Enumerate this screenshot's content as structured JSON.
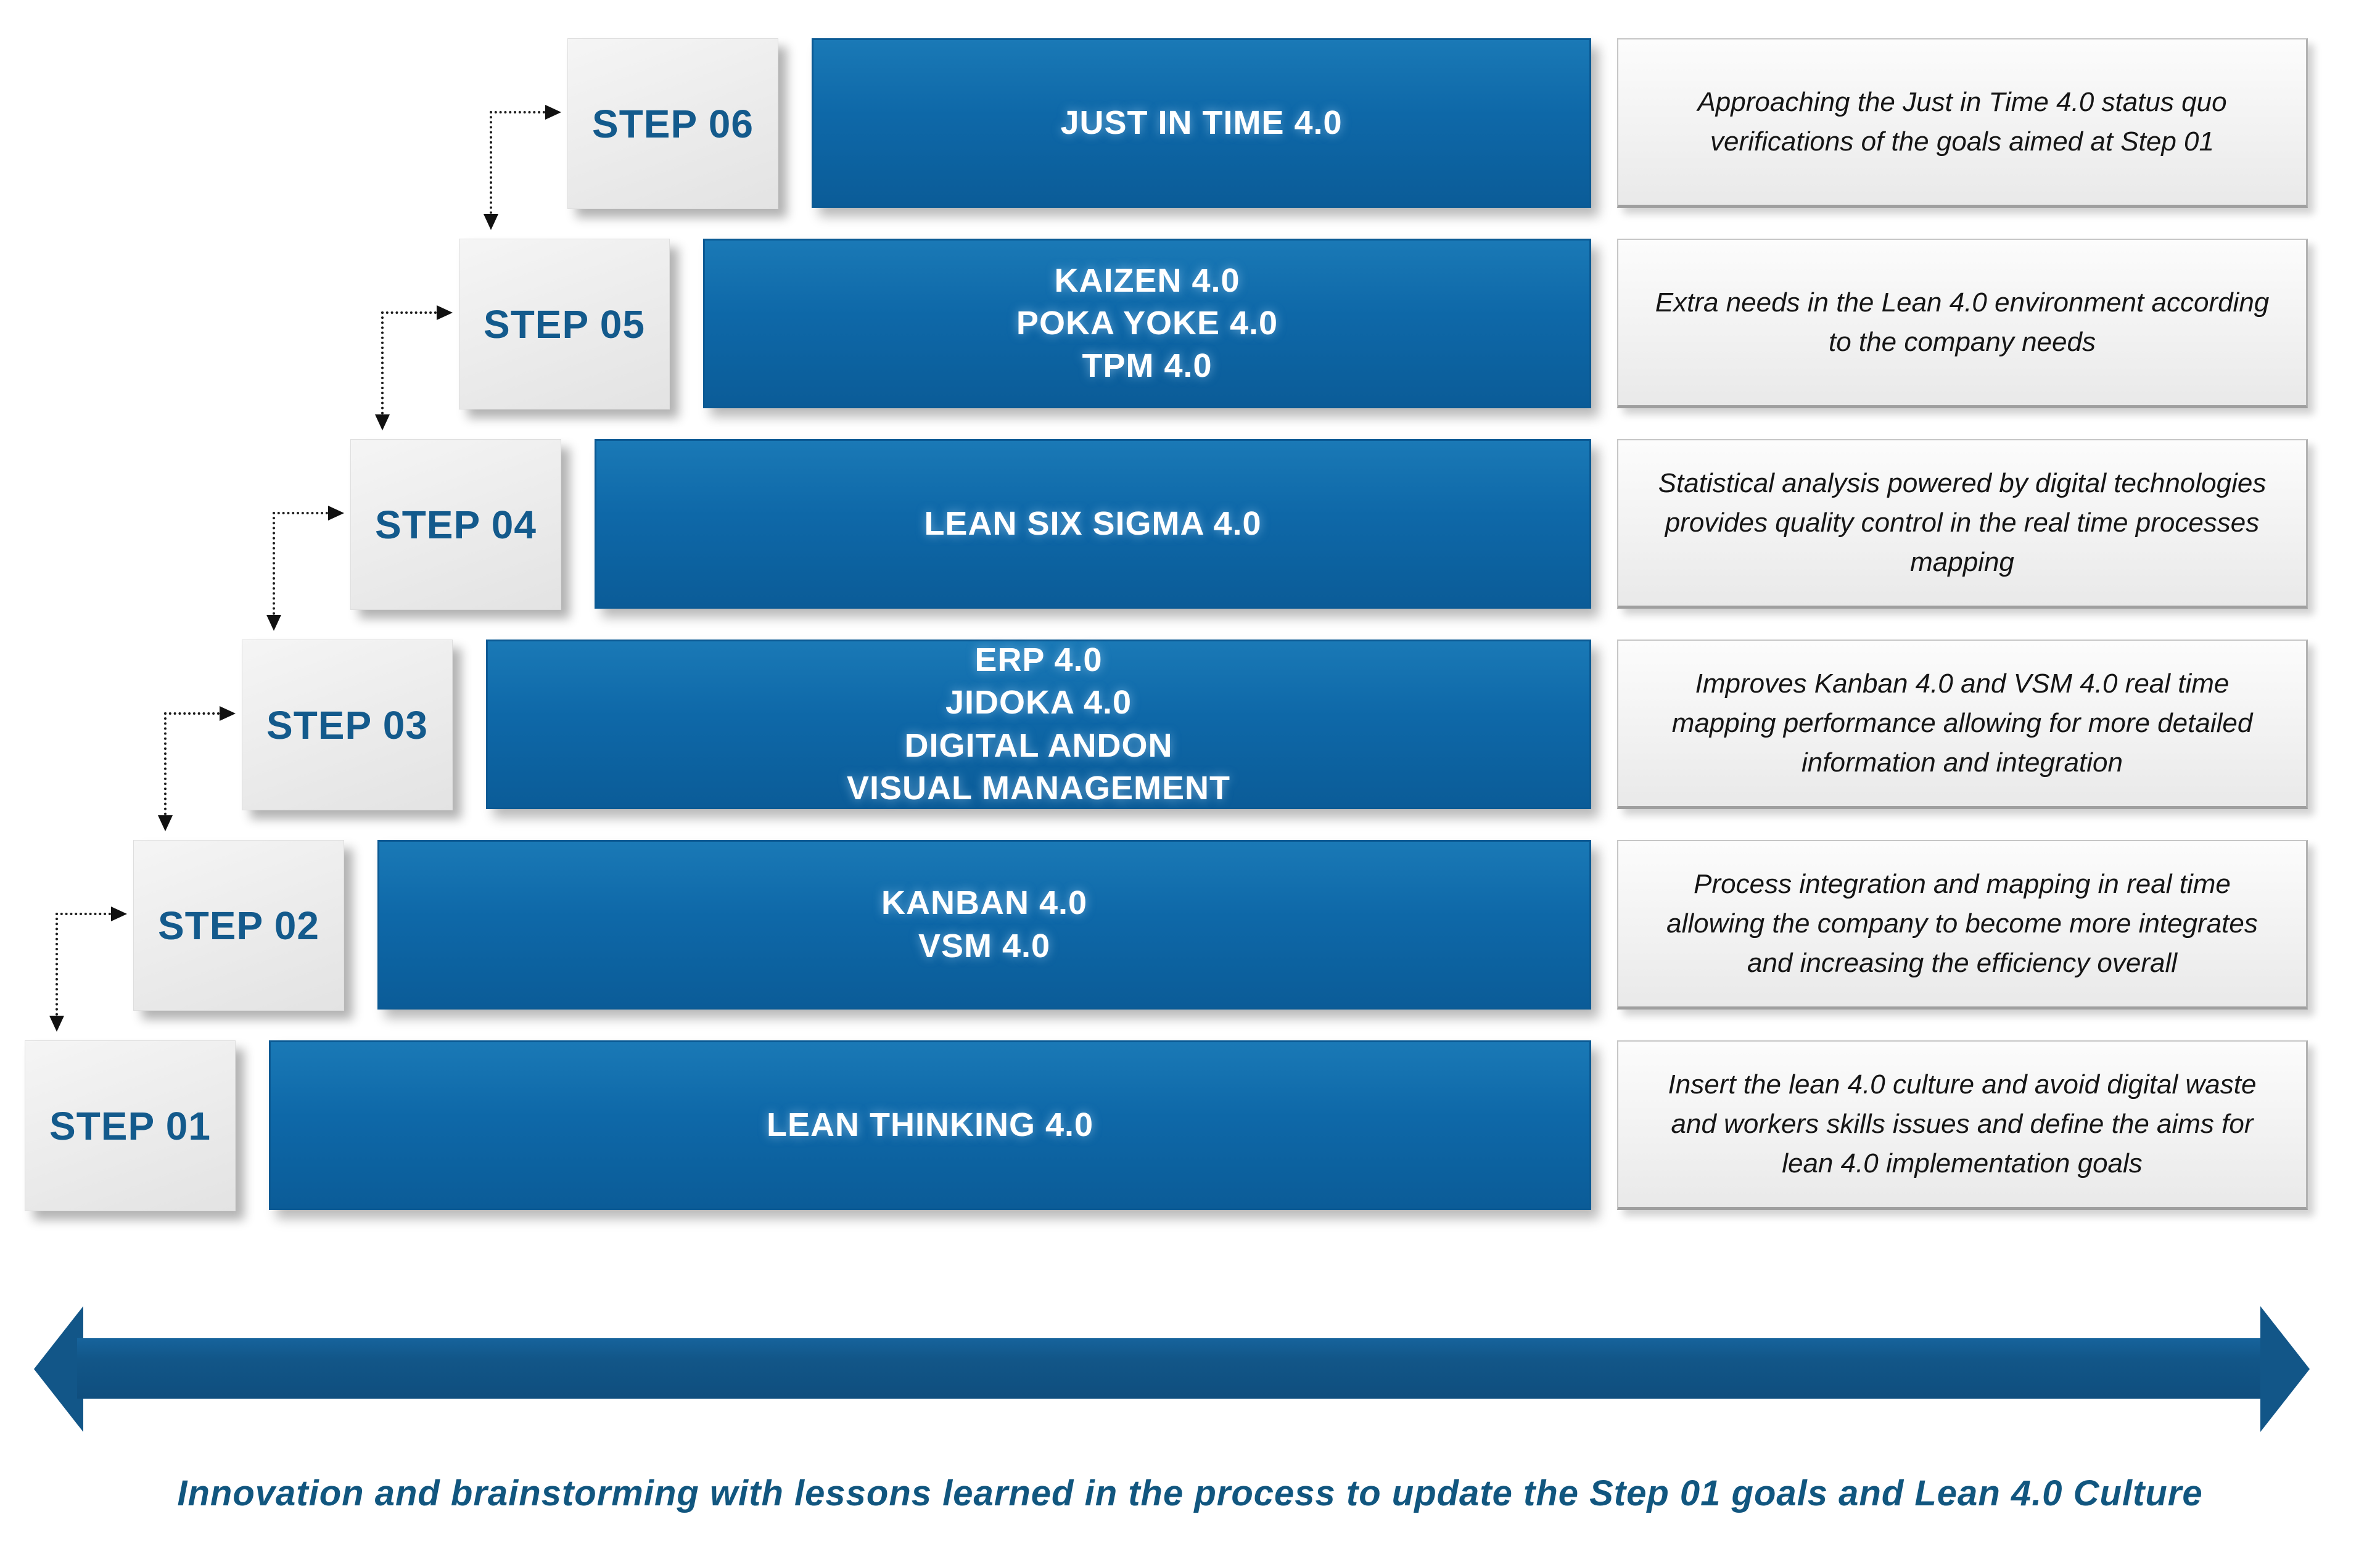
{
  "steps": [
    {
      "label": "STEP 01",
      "tools": "LEAN THINKING 4.0",
      "description": "Insert the lean 4.0 culture and avoid digital waste and workers skills issues and define the aims for lean 4.0 implementation goals"
    },
    {
      "label": "STEP 02",
      "tools": "KANBAN 4.0\nVSM 4.0",
      "description": "Process integration and mapping in real time allowing the company to become more integrates and increasing the efficiency overall"
    },
    {
      "label": "STEP 03",
      "tools": "ERP 4.0\nJIDOKA 4.0\nDIGITAL ANDON\nVISUAL MANAGEMENT",
      "description": "Improves Kanban 4.0 and VSM 4.0 real time mapping performance allowing for more detailed information and integration"
    },
    {
      "label": "STEP 04",
      "tools": "LEAN SIX SIGMA 4.0",
      "description": "Statistical analysis powered by digital technologies provides quality control in the real time processes mapping"
    },
    {
      "label": "STEP 05",
      "tools": "KAIZEN 4.0\nPOKA YOKE 4.0\nTPM 4.0",
      "description": "Extra needs in the Lean 4.0 environment according to the company needs"
    },
    {
      "label": "STEP 06",
      "tools": "JUST IN TIME 4.0",
      "description": "Approaching the Just in Time 4.0 status quo verifications of the goals aimed at Step 01"
    }
  ],
  "footer": {
    "caption": "Innovation and brainstorming with lessons learned in the process to update the Step 01 goals and Lean 4.0 Culture"
  },
  "colors": {
    "bar_blue": "#0e68a8",
    "bar_blue_dark": "#0b5c98",
    "arrow_blue": "#125688",
    "step_label_blue": "#135a8c",
    "caption_blue": "#11567f",
    "box_gray": "#ececec"
  }
}
